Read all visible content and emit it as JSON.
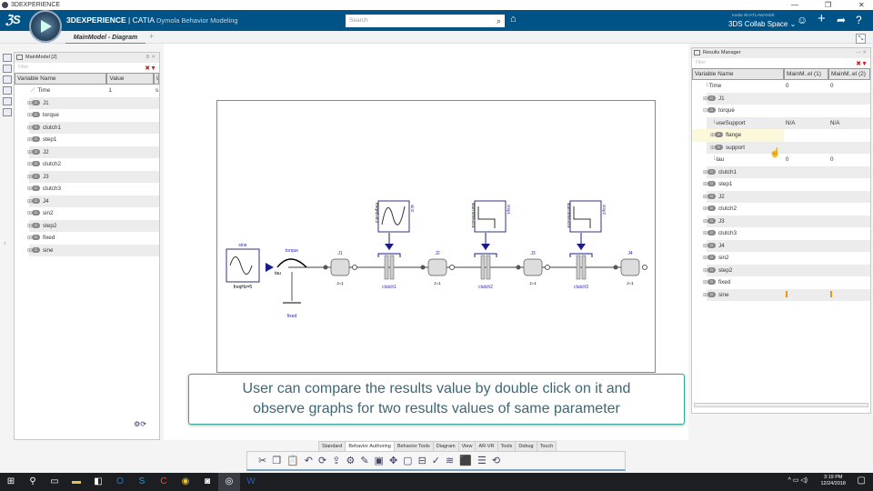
{
  "window": {
    "title": "3DEXPERIENCE",
    "min": "—",
    "max": "❐",
    "close": "✕"
  },
  "header": {
    "brand": "3DEXPERIENCE",
    "app": "| CATIA",
    "app_sub": "Dymola Behavior Modeling",
    "search_placeholder": "Search",
    "user": "Kedar BHATLAWANDE",
    "space": "3DS Collab Space ⌄"
  },
  "tabs": {
    "active": "MainModel - Diagram",
    "add": "+"
  },
  "left_panel": {
    "title": "MainModel [2]",
    "filter_placeholder": "Filter",
    "columns": [
      "Variable Name",
      "Value",
      "U"
    ],
    "rows": [
      {
        "name": "Time",
        "value": "1",
        "unit": "s",
        "type": "time"
      },
      {
        "name": "J1"
      },
      {
        "name": "torque"
      },
      {
        "name": "clutch1"
      },
      {
        "name": "step1"
      },
      {
        "name": "J2"
      },
      {
        "name": "clutch2"
      },
      {
        "name": "J3"
      },
      {
        "name": "clutch3"
      },
      {
        "name": "J4"
      },
      {
        "name": "sin2"
      },
      {
        "name": "step2"
      },
      {
        "name": "fixed"
      },
      {
        "name": "sine"
      }
    ]
  },
  "results_manager": {
    "title": "Results Manager",
    "filter_placeholder": "Filter",
    "columns": [
      "Variable Name",
      "MainM..el (1)",
      "MainM..el (2)"
    ],
    "rows": [
      {
        "name": "Time",
        "v1": "0",
        "v2": "0",
        "leaf": true
      },
      {
        "name": "J1"
      },
      {
        "name": "torque",
        "expanded": true
      },
      {
        "name": "useSupport",
        "v1": "N/A",
        "v2": "N/A",
        "leaf": true,
        "indent": 1
      },
      {
        "name": "flange",
        "indent": 1,
        "selected": true
      },
      {
        "name": "support",
        "indent": 1
      },
      {
        "name": "tau",
        "v1": "0",
        "v2": "0",
        "leaf": true,
        "indent": 1
      },
      {
        "name": "clutch1"
      },
      {
        "name": "step1"
      },
      {
        "name": "J2"
      },
      {
        "name": "clutch2"
      },
      {
        "name": "J3"
      },
      {
        "name": "clutch3"
      },
      {
        "name": "J4"
      },
      {
        "name": "sin2"
      },
      {
        "name": "step2"
      },
      {
        "name": "fixed"
      },
      {
        "name": "sine",
        "marks": true
      }
    ]
  },
  "diagram": {
    "sine": "sine",
    "sine_param": "freqHz=5",
    "torque": "torque",
    "tau": "tau",
    "fixed": "fixed",
    "J1": "J1",
    "J2": "J2",
    "J3": "J3",
    "J4": "J4",
    "J_param": "J=1",
    "clutch1": "clutch1",
    "clutch2": "clutch2",
    "clutch3": "clutch3",
    "sin2": "sin2",
    "sin2_param": "freqHz=0.2",
    "step1": "step1",
    "step1_param": "startTime=0.4",
    "step2": "step2",
    "step2_param": "startTime=0.9"
  },
  "callout": {
    "line1": "User can compare the results value by double click on it and",
    "line2": "observe graphs for two results values of same parameter"
  },
  "toolbar_tabs": [
    "Standard",
    "Behavior Authoring",
    "Behavior Tools",
    "Diagram",
    "View",
    "AR-VR",
    "Tools",
    "Debug",
    "Touch"
  ],
  "toolbar_active": "Behavior Authoring",
  "taskbar": {
    "time": "3:19 PM",
    "date": "12/24/2018"
  },
  "colors": {
    "header": "#005386",
    "accent": "#3aa59a",
    "diagram_blue": "#1a1a8c"
  }
}
